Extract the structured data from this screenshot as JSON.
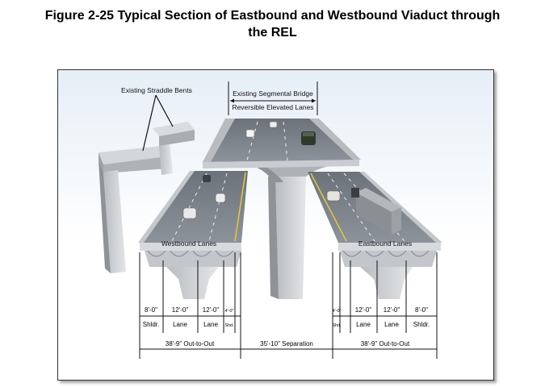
{
  "figure": {
    "title_line1": "Figure 2-25  Typical Section of Eastbound and Westbound Viaduct through",
    "title_line2": "the REL"
  },
  "diagram": {
    "labels": {
      "straddle_bents": "Existing Straddle Bents",
      "segmental_bridge": "Existing Segmental Bridge",
      "reversible_lanes": "Reversible Elevated Lanes",
      "westbound": "Westbound Lanes",
      "eastbound": "Eastbound Lanes"
    },
    "westbound_dims": [
      {
        "value": "8'-0\"",
        "label": "Shldr."
      },
      {
        "value": "12'-0\"",
        "label": "Lane"
      },
      {
        "value": "12'-0\"",
        "label": "Lane"
      },
      {
        "value": "4'-0\"",
        "label": "Shd."
      }
    ],
    "eastbound_dims": [
      {
        "value": "4'-0\"",
        "label": "Shd."
      },
      {
        "value": "12'-0\"",
        "label": "Lane"
      },
      {
        "value": "12'-0\"",
        "label": "Lane"
      },
      {
        "value": "8'-0\"",
        "label": "Shldr."
      }
    ],
    "totals": {
      "westbound": "38'-9\" Out-to-Out",
      "separation": "35'-10\" Separation",
      "eastbound": "38'-9\" Out-to-Out"
    }
  }
}
